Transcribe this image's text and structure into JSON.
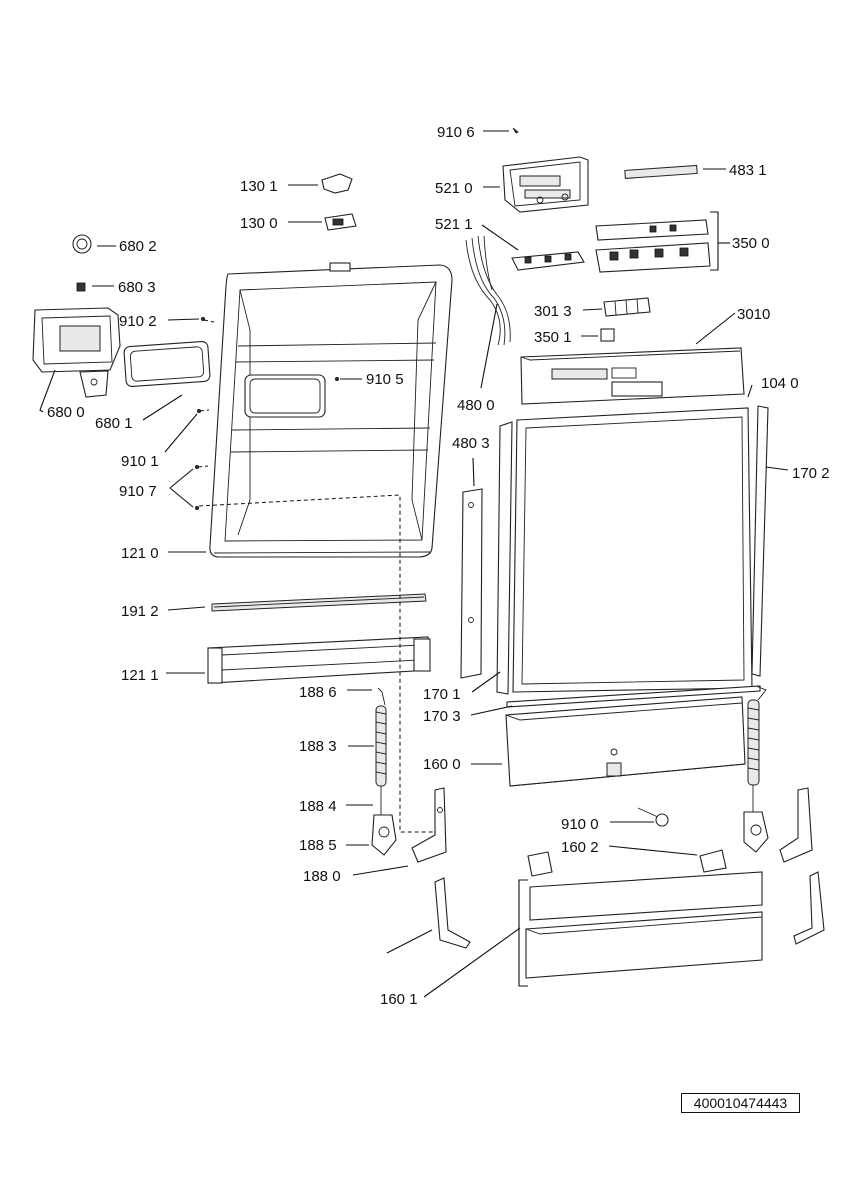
{
  "labels": {
    "p9106": "910 6",
    "p1301": "130 1",
    "p5210": "521 0",
    "p4831": "483 1",
    "p1300": "130 0",
    "p5211": "521 1",
    "p3500": "350 0",
    "p6802": "680 2",
    "p6803": "680 3",
    "p9102": "910 2",
    "p3013": "301 3",
    "p3010": "3010",
    "p3501": "350 1",
    "p9105": "910 5",
    "p6800": "680 0",
    "p6801": "680 1",
    "p4800": "480 0",
    "p1040": "104 0",
    "p9101": "910 1",
    "p4803": "480 3",
    "p1702": "170 2",
    "p9107": "910 7",
    "p1210": "121 0",
    "p1912": "191 2",
    "p1211": "121 1",
    "p1886": "188 6",
    "p1701": "170 1",
    "p1703": "170 3",
    "p1883": "188 3",
    "p1600": "160 0",
    "p1884": "188 4",
    "p9100": "910 0",
    "p1885": "188 5",
    "p1602": "160 2",
    "p1880": "188 0",
    "p1601": "160 1"
  },
  "document_number": "400010474443"
}
